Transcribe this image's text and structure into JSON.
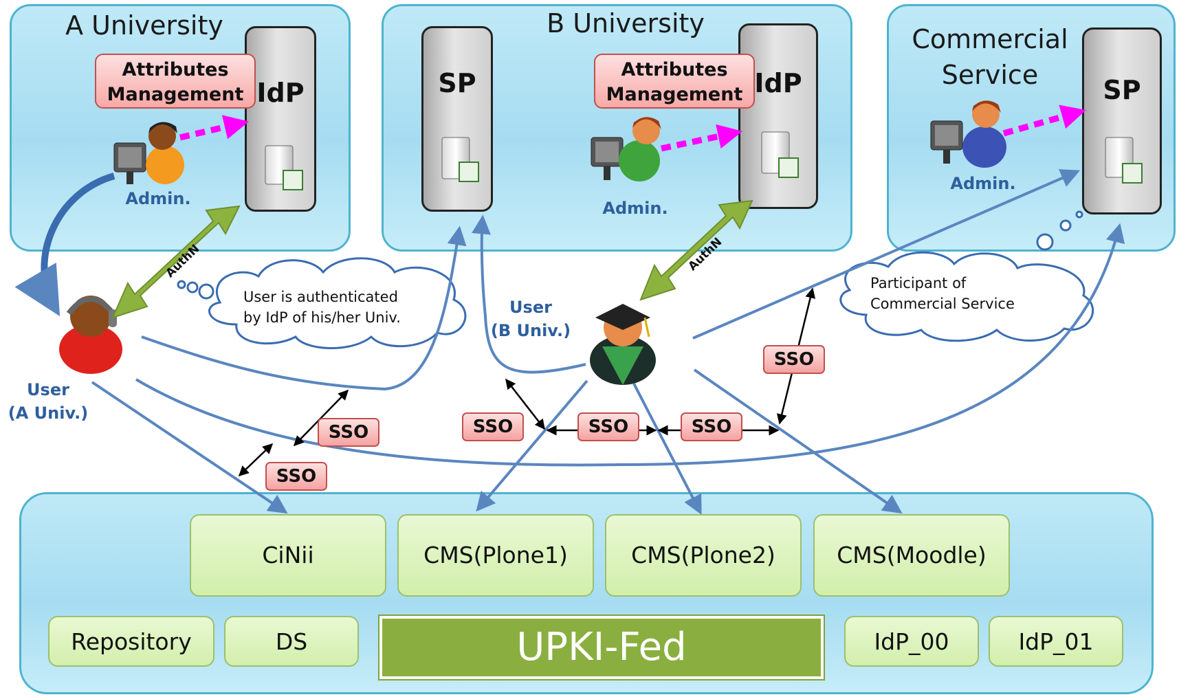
{
  "zones": {
    "a_univ": "A University",
    "b_univ": "B University",
    "commercial_line1": "Commercial",
    "commercial_line2": "Service"
  },
  "servers": {
    "a_idp": "IdP",
    "b_sp": "SP",
    "b_idp": "IdP",
    "c_sp": "SP"
  },
  "attributes": {
    "a_line1": "Attributes",
    "a_line2": "Management",
    "b_line1": "Attributes",
    "b_line2": "Management"
  },
  "admins": {
    "a": "Admin.",
    "b": "Admin.",
    "c": "Admin."
  },
  "users": {
    "a_line1": "User",
    "a_line2": "(A Univ.)",
    "b_line1": "User",
    "b_line2": "(B Univ.)"
  },
  "authn": {
    "a": "AuthN",
    "b": "AuthN"
  },
  "clouds": {
    "auth_line1": "User is authenticated",
    "auth_line2": "by IdP of his/her Univ.",
    "participant_line1": "Participant of",
    "participant_line2": "Commercial Service"
  },
  "sso": {
    "label": "SSO"
  },
  "federation": {
    "services": [
      "CiNii",
      "CMS(Plone1)",
      "CMS(Plone2)",
      "CMS(Moodle)"
    ],
    "repository": "Repository",
    "ds": "DS",
    "title": "UPKI-Fed",
    "idp_00": "IdP_00",
    "idp_01": "IdP_01"
  },
  "colors": {
    "zone_fill": "#b3e2f4",
    "zone_border": "#4eb3cf",
    "sso_fill": "#f7a9a7",
    "authn_arrow": "#8db33f",
    "connector": "#5a86c0",
    "dotted_arrow": "#ff00ff",
    "upki_fill": "#8aaf40"
  }
}
